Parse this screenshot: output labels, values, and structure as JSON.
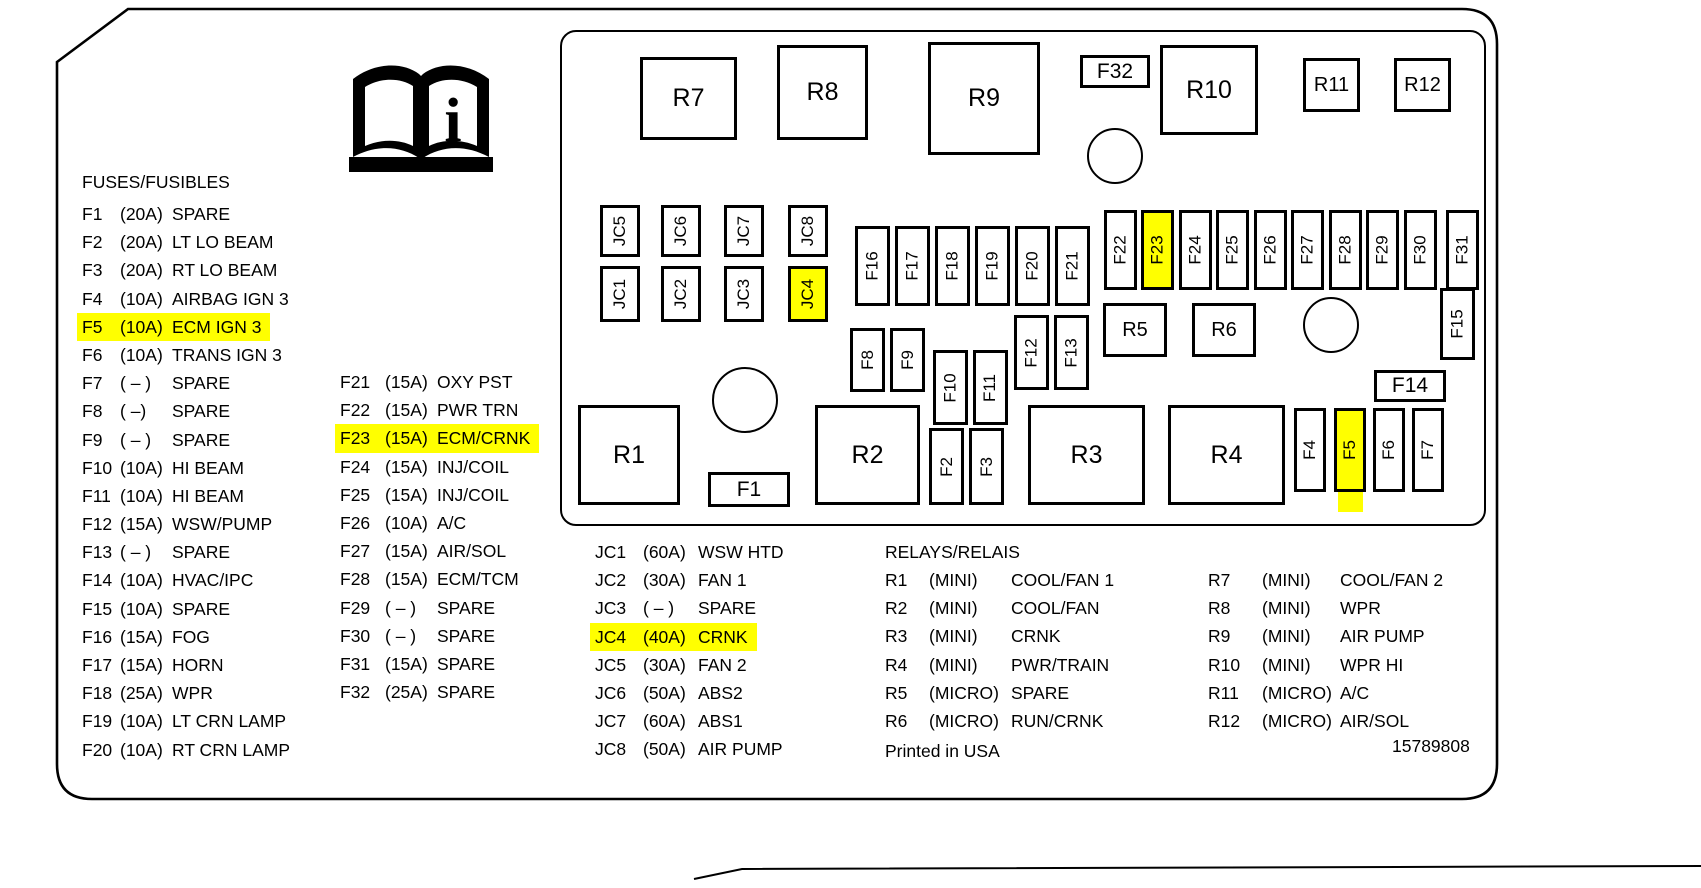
{
  "header": {
    "fuse_title": "FUSES/FUSIBLES",
    "relay_title": "RELAYS/RELAIS"
  },
  "footer": {
    "printed_in": "Printed in USA",
    "part_number": "15789808"
  },
  "colors": {
    "highlight": "#ffff00",
    "line": "#000000",
    "background": "#ffffff"
  },
  "icons": {
    "book_info": "info-book-icon"
  },
  "fuse_list": {
    "col1": [
      {
        "code": "F1",
        "amp": "(20A)",
        "label": "SPARE"
      },
      {
        "code": "F2",
        "amp": "(20A)",
        "label": "LT LO BEAM"
      },
      {
        "code": "F3",
        "amp": "(20A)",
        "label": "RT LO BEAM"
      },
      {
        "code": "F4",
        "amp": "(10A)",
        "label": "AIRBAG IGN 3"
      },
      {
        "code": "F5",
        "amp": "(10A)",
        "label": "ECM IGN 3",
        "highlight": true
      },
      {
        "code": "F6",
        "amp": "(10A)",
        "label": "TRANS IGN 3"
      },
      {
        "code": "F7",
        "amp": "( – )",
        "label": "SPARE"
      },
      {
        "code": "F8",
        "amp": "( –)",
        "label": "SPARE"
      },
      {
        "code": "F9",
        "amp": "( – )",
        "label": "SPARE"
      },
      {
        "code": "F10",
        "amp": "(10A)",
        "label": "HI BEAM"
      },
      {
        "code": "F11",
        "amp": "(10A)",
        "label": "HI BEAM"
      },
      {
        "code": "F12",
        "amp": "(15A)",
        "label": "WSW/PUMP"
      },
      {
        "code": "F13",
        "amp": "( – )",
        "label": "SPARE"
      },
      {
        "code": "F14",
        "amp": "(10A)",
        "label": "HVAC/IPC"
      },
      {
        "code": "F15",
        "amp": "(10A)",
        "label": "SPARE"
      },
      {
        "code": "F16",
        "amp": "(15A)",
        "label": "FOG"
      },
      {
        "code": "F17",
        "amp": "(15A)",
        "label": "HORN"
      },
      {
        "code": "F18",
        "amp": "(25A)",
        "label": "WPR"
      },
      {
        "code": "F19",
        "amp": "(10A)",
        "label": "LT CRN LAMP"
      },
      {
        "code": "F20",
        "amp": "(10A)",
        "label": "RT CRN LAMP"
      }
    ],
    "col2": [
      {
        "code": "F21",
        "amp": "(15A)",
        "label": "OXY PST"
      },
      {
        "code": "F22",
        "amp": "(15A)",
        "label": "PWR TRN"
      },
      {
        "code": "F23",
        "amp": "(15A)",
        "label": "ECM/CRNK",
        "highlight": true
      },
      {
        "code": "F24",
        "amp": "(15A)",
        "label": "INJ/COIL"
      },
      {
        "code": "F25",
        "amp": "(15A)",
        "label": "INJ/COIL"
      },
      {
        "code": "F26",
        "amp": "(10A)",
        "label": "A/C"
      },
      {
        "code": "F27",
        "amp": "(15A)",
        "label": "AIR/SOL"
      },
      {
        "code": "F28",
        "amp": "(15A)",
        "label": "ECM/TCM"
      },
      {
        "code": "F29",
        "amp": "( – )",
        "label": "SPARE"
      },
      {
        "code": "F30",
        "amp": "( – )",
        "label": "SPARE"
      },
      {
        "code": "F31",
        "amp": "(15A)",
        "label": "SPARE"
      },
      {
        "code": "F32",
        "amp": "(25A)",
        "label": "SPARE"
      }
    ]
  },
  "jc_list": {
    "rows": [
      {
        "code": "JC1",
        "amp": "(60A)",
        "label": "WSW HTD"
      },
      {
        "code": "JC2",
        "amp": "(30A)",
        "label": "FAN 1"
      },
      {
        "code": "JC3",
        "amp": "( – )",
        "label": "SPARE"
      },
      {
        "code": "JC4",
        "amp": "(40A)",
        "label": "CRNK",
        "highlight": true
      },
      {
        "code": "JC5",
        "amp": "(30A)",
        "label": "FAN 2"
      },
      {
        "code": "JC6",
        "amp": "(50A)",
        "label": "ABS2"
      },
      {
        "code": "JC7",
        "amp": "(60A)",
        "label": "ABS1"
      },
      {
        "code": "JC8",
        "amp": "(50A)",
        "label": "AIR PUMP"
      }
    ]
  },
  "relay_list": {
    "col1": [
      {
        "code": "R1",
        "type": "(MINI)",
        "label": "COOL/FAN 1"
      },
      {
        "code": "R2",
        "type": "(MINI)",
        "label": "COOL/FAN"
      },
      {
        "code": "R3",
        "type": "(MINI)",
        "label": "CRNK"
      },
      {
        "code": "R4",
        "type": "(MINI)",
        "label": "PWR/TRAIN"
      },
      {
        "code": "R5",
        "type": "(MICRO)",
        "label": "SPARE"
      },
      {
        "code": "R6",
        "type": "(MICRO)",
        "label": "RUN/CRNK"
      }
    ],
    "col2": [
      {
        "code": "R7",
        "type": "(MINI)",
        "label": "COOL/FAN 2"
      },
      {
        "code": "R8",
        "type": "(MINI)",
        "label": "WPR"
      },
      {
        "code": "R9",
        "type": "(MINI)",
        "label": "AIR PUMP"
      },
      {
        "code": "R10",
        "type": "(MINI)",
        "label": "WPR HI"
      },
      {
        "code": "R11",
        "type": "(MICRO)",
        "label": "A/C"
      },
      {
        "code": "R12",
        "type": "(MICRO)",
        "label": "AIR/SOL"
      }
    ]
  },
  "diagram": {
    "slots": [
      {
        "id": "R7",
        "label": "R7"
      },
      {
        "id": "R8",
        "label": "R8"
      },
      {
        "id": "R9",
        "label": "R9"
      },
      {
        "id": "F32",
        "label": "F32"
      },
      {
        "id": "R10",
        "label": "R10"
      },
      {
        "id": "R11",
        "label": "R11"
      },
      {
        "id": "R12",
        "label": "R12"
      },
      {
        "id": "JC5",
        "label": "JC5"
      },
      {
        "id": "JC6",
        "label": "JC6"
      },
      {
        "id": "JC7",
        "label": "JC7"
      },
      {
        "id": "JC8",
        "label": "JC8"
      },
      {
        "id": "JC1",
        "label": "JC1"
      },
      {
        "id": "JC2",
        "label": "JC2"
      },
      {
        "id": "JC3",
        "label": "JC3"
      },
      {
        "id": "JC4",
        "label": "JC4",
        "highlight": true
      },
      {
        "id": "F16",
        "label": "F16"
      },
      {
        "id": "F17",
        "label": "F17"
      },
      {
        "id": "F18",
        "label": "F18"
      },
      {
        "id": "F19",
        "label": "F19"
      },
      {
        "id": "F20",
        "label": "F20"
      },
      {
        "id": "F21",
        "label": "F21"
      },
      {
        "id": "F22",
        "label": "F22"
      },
      {
        "id": "F23",
        "label": "F23",
        "highlight": true
      },
      {
        "id": "F24",
        "label": "F24"
      },
      {
        "id": "F25",
        "label": "F25"
      },
      {
        "id": "F26",
        "label": "F26"
      },
      {
        "id": "F27",
        "label": "F27"
      },
      {
        "id": "F28",
        "label": "F28"
      },
      {
        "id": "F29",
        "label": "F29"
      },
      {
        "id": "F30",
        "label": "F30"
      },
      {
        "id": "F31",
        "label": "F31"
      },
      {
        "id": "F8",
        "label": "F8"
      },
      {
        "id": "F9",
        "label": "F9"
      },
      {
        "id": "F10",
        "label": "F10"
      },
      {
        "id": "F11",
        "label": "F11"
      },
      {
        "id": "F12",
        "label": "F12"
      },
      {
        "id": "F13",
        "label": "F13"
      },
      {
        "id": "R5",
        "label": "R5"
      },
      {
        "id": "R6",
        "label": "R6"
      },
      {
        "id": "F15",
        "label": "F15"
      },
      {
        "id": "F14",
        "label": "F14"
      },
      {
        "id": "R1",
        "label": "R1"
      },
      {
        "id": "F1",
        "label": "F1"
      },
      {
        "id": "R2",
        "label": "R2"
      },
      {
        "id": "F2",
        "label": "F2"
      },
      {
        "id": "F3",
        "label": "F3"
      },
      {
        "id": "R3",
        "label": "R3"
      },
      {
        "id": "R4",
        "label": "R4"
      },
      {
        "id": "F4",
        "label": "F4"
      },
      {
        "id": "F5",
        "label": "F5",
        "highlight": true
      },
      {
        "id": "F6",
        "label": "F6"
      },
      {
        "id": "F7",
        "label": "F7"
      }
    ]
  }
}
